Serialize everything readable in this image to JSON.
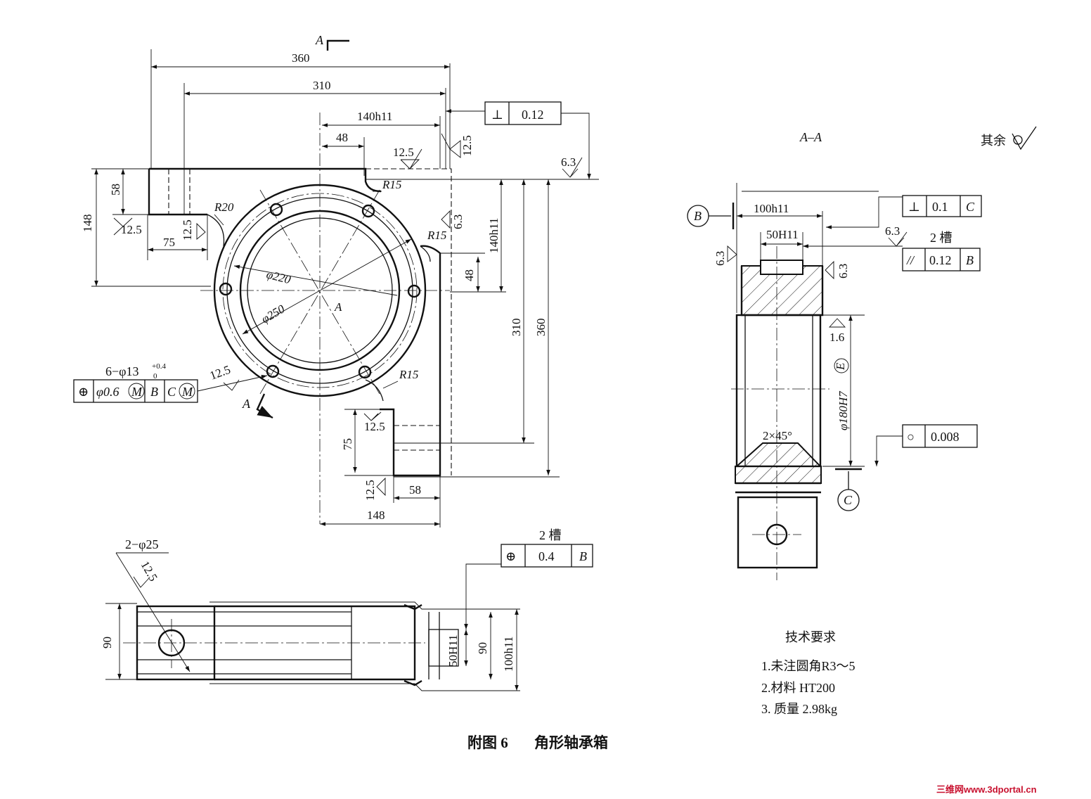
{
  "caption": {
    "figure_no": "附图 6",
    "title": "角形轴承箱"
  },
  "section_label": "A–A",
  "roughness_rest": "其余",
  "tech_requirements": {
    "heading": "技术要求",
    "items": [
      "1.未注圆角R3～5",
      "2.材料 HT200",
      "3. 质量 2.98kg"
    ]
  },
  "front_view": {
    "dims": {
      "d360_top": "360",
      "d310_top": "310",
      "d140_top": "140h11",
      "d48_top": "48",
      "d58_left": "58",
      "d148_left": "148",
      "d75_left": "75",
      "d140_right": "140h11",
      "d48_right": "48",
      "d310_right": "310",
      "d360_right": "360",
      "d75_bottom": "75",
      "d58_bottom": "58",
      "d148_bottom": "148",
      "phi220": "φ220",
      "phi250": "φ250"
    },
    "radii": {
      "r20": "R20",
      "r15_top": "R15",
      "r15_right": "R15",
      "r15_bottom": "R15"
    },
    "roughness": {
      "ra_top": "12.5",
      "ra_vert": "12.5",
      "ra_right": "6.3",
      "ra_top_right": "6.3",
      "ra_left": "12.5",
      "ra_left2": "12.5",
      "ra_bottom": "12.5",
      "ra_bottom2": "12.5",
      "ra_hole": "12.5"
    },
    "section_mark": "A",
    "center_mark": "A",
    "holes_note": "6−φ13",
    "holes_tol_upper": "+0.4",
    "holes_tol_lower": "0",
    "fcf_perp": {
      "symbol": "⊥",
      "value": "0.12"
    },
    "fcf_pos": {
      "symbol": "⊕",
      "value": "φ0.6",
      "mod1": "M",
      "datum1": "B",
      "datum2": "C",
      "mod2": "M"
    }
  },
  "bottom_view": {
    "holes_note": "2−φ25",
    "roughness": "12.5",
    "slots_note": "2 槽",
    "fcf_pos": {
      "symbol": "⊕",
      "value": "0.4",
      "datum": "B"
    },
    "dims": {
      "d90_left": "90",
      "d50h11": "50H11",
      "d90_right": "90",
      "d100h11": "100h11"
    }
  },
  "section_view": {
    "datum_b": "B",
    "datum_c": "C",
    "dims": {
      "d100h11": "100h11",
      "d50h11": "50H11",
      "phi180": "φ180H7",
      "envelope": "E",
      "chamfer": "2×45°"
    },
    "roughness": {
      "ra_left": "6.3",
      "ra_right": "6.3",
      "ra_top": "6.3",
      "ra_bore": "1.6"
    },
    "slots_note": "2 槽",
    "fcf_perp": {
      "symbol": "⊥",
      "value": "0.1",
      "datum": "C"
    },
    "fcf_par": {
      "symbol": "//",
      "value": "0.12",
      "datum": "B"
    },
    "fcf_round": {
      "symbol": "○",
      "value": "0.008"
    }
  },
  "watermark": "三维网www.3dportal.cn"
}
